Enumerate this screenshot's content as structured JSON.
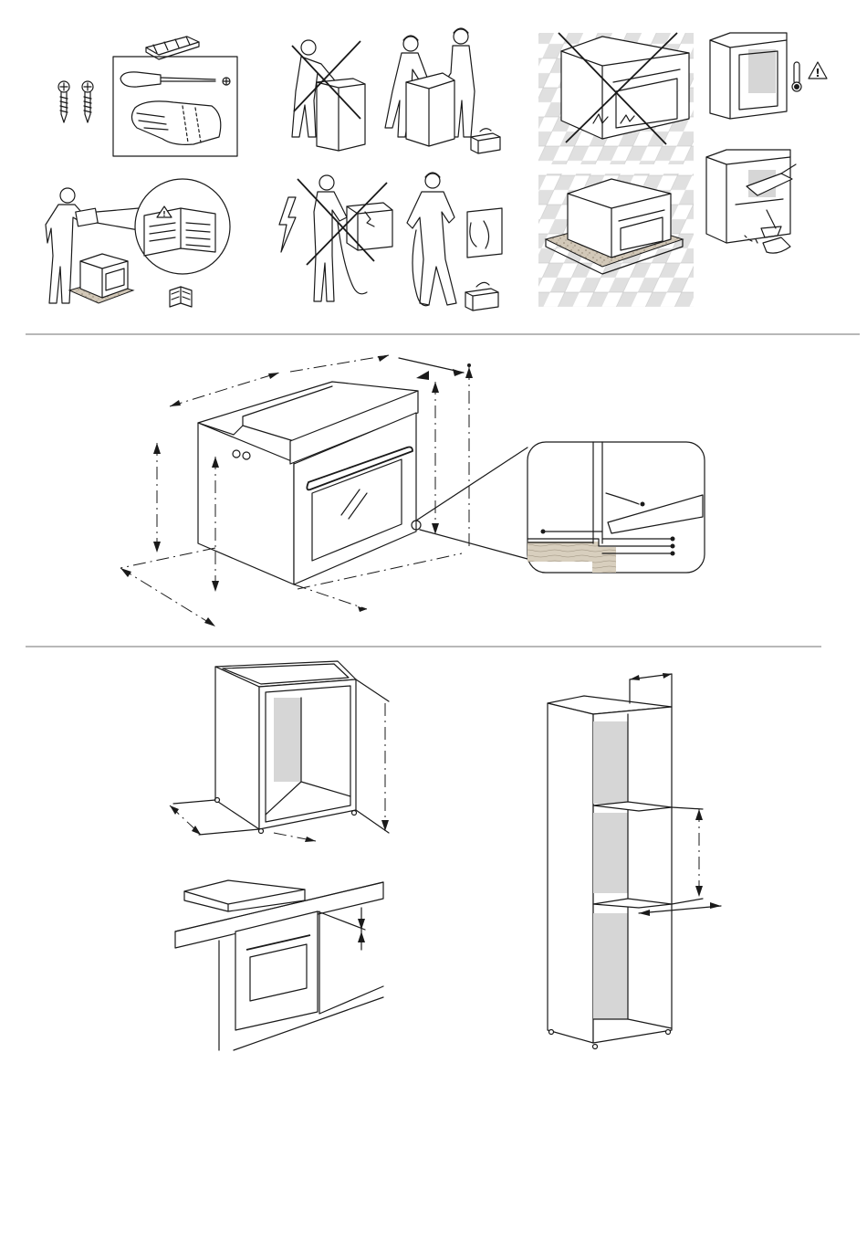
{
  "sections": [
    {
      "id": "safety-icons",
      "panels": [
        {
          "id": "tools-required",
          "icons": [
            "screw-icon",
            "screwdriver-icon",
            "spacer-icon",
            "glove-icon"
          ]
        },
        {
          "id": "lift-alone-forbidden",
          "icons": [
            "person-lifting-icon",
            "prohibited-cross-icon"
          ]
        },
        {
          "id": "lift-with-two-people",
          "icons": [
            "two-workers-icon",
            "toolbox-icon"
          ]
        },
        {
          "id": "no-impact-damage",
          "icons": [
            "oven-on-tiles-icon",
            "prohibited-cross-icon"
          ]
        },
        {
          "id": "place-on-protective-base",
          "icons": [
            "oven-on-base-icon"
          ]
        },
        {
          "id": "cabinet-heat-warning",
          "icons": [
            "cabinet-icon",
            "thermometer-icon",
            "warning-triangle-icon"
          ]
        },
        {
          "id": "read-manual",
          "icons": [
            "person-reading-icon",
            "manual-magnifier-icon",
            "book-icon"
          ]
        },
        {
          "id": "no-live-electrical-work",
          "icons": [
            "lightning-icon",
            "person-wiring-icon",
            "prohibited-cross-icon"
          ]
        },
        {
          "id": "qualified-electrician",
          "icons": [
            "electrician-icon",
            "toolbox-icon"
          ]
        },
        {
          "id": "clean-cabinet",
          "icons": [
            "cabinet-icon",
            "vacuum-icon",
            "brush-icon",
            "dustpan-icon"
          ]
        }
      ],
      "warning_symbol": "!",
      "triangle_symbol": "!"
    },
    {
      "id": "oven-dimensions",
      "icons": [
        "oven-icon",
        "dimension-arrow-icon",
        "detail-magnifier-icon"
      ]
    },
    {
      "id": "installation-cabinets",
      "icons": [
        "under-counter-cabinet-icon",
        "built-in-oven-icon",
        "tall-column-cabinet-icon",
        "dimension-arrow-icon"
      ]
    }
  ]
}
